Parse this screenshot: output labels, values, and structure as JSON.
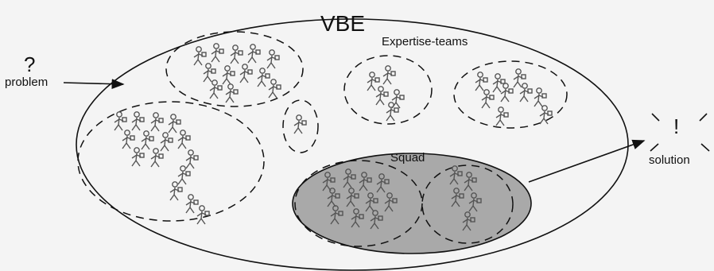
{
  "labels": {
    "vbe": "VBE",
    "expertise_teams": "Expertise-teams",
    "squad": "Squad",
    "question_mark": "?",
    "problem": "problem",
    "exclamation_mark": "!",
    "solution": "solution"
  },
  "colors": {
    "outline": "#111111",
    "squad_fill": "#a9a9a9",
    "person": "#555555"
  },
  "icons": {
    "person": "person-carrying-box-icon",
    "arrow": "arrow-icon"
  }
}
